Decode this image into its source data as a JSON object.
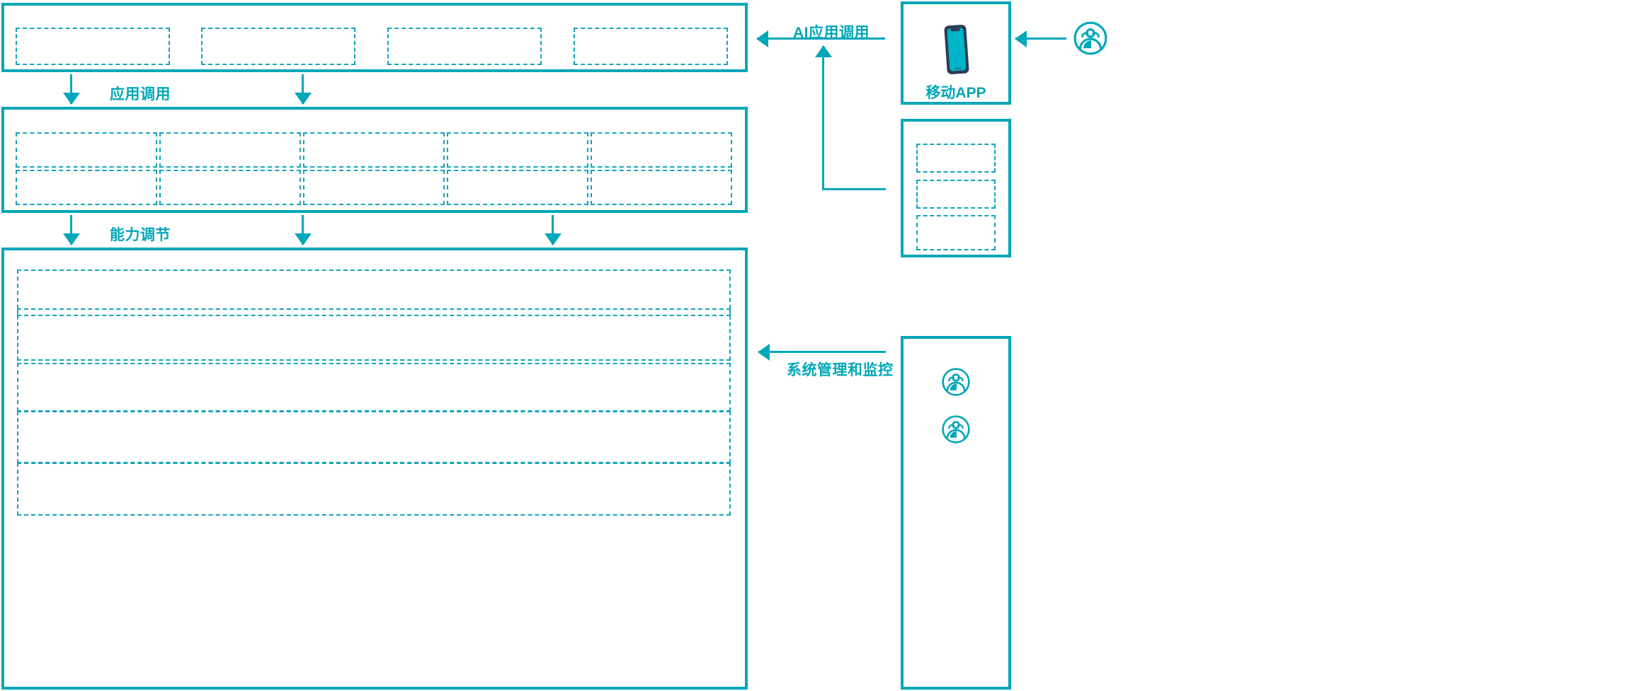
{
  "diagram": {
    "accent_color": "#00a7b8",
    "dashed_color": "#12a5b8",
    "phone_frame_color": "#2c3e55",
    "phone_screen_color": "#00b5c8",
    "background": "#ffffff"
  },
  "layers": {
    "application_layer": {
      "name": "application-layer-panel",
      "boxes": [
        {
          "label": ""
        },
        {
          "label": ""
        },
        {
          "label": ""
        },
        {
          "label": ""
        }
      ]
    },
    "capability_layer": {
      "name": "capability-layer-panel",
      "columns": 5,
      "rows": 2,
      "boxes": [
        {
          "label": ""
        },
        {
          "label": ""
        },
        {
          "label": ""
        },
        {
          "label": ""
        },
        {
          "label": ""
        },
        {
          "label": ""
        },
        {
          "label": ""
        },
        {
          "label": ""
        },
        {
          "label": ""
        },
        {
          "label": ""
        }
      ]
    },
    "infrastructure_layer": {
      "name": "infrastructure-layer-panel",
      "rows": [
        {
          "label": ""
        },
        {
          "label": ""
        },
        {
          "label": ""
        },
        {
          "label": ""
        },
        {
          "label": ""
        }
      ]
    }
  },
  "flows": {
    "app_invoke": {
      "label": "应用调用"
    },
    "capability_adjust": {
      "label": "能力调节"
    },
    "ai_app_invoke": {
      "label": "AI应用调用"
    },
    "system_admin_monitor": {
      "label": "系统管理和监控"
    }
  },
  "right_column": {
    "mobile_app_panel": {
      "caption": "移动APP",
      "icon": "smartphone-icon"
    },
    "console_panel": {
      "caption": "",
      "boxes": [
        {
          "label": ""
        },
        {
          "label": ""
        },
        {
          "label": ""
        }
      ]
    },
    "operators_panel": {
      "caption": "",
      "icons": [
        {
          "icon": "users-group-icon"
        },
        {
          "icon": "users-group-icon"
        }
      ]
    },
    "end_user": {
      "icon": "users-group-icon",
      "label": ""
    }
  }
}
